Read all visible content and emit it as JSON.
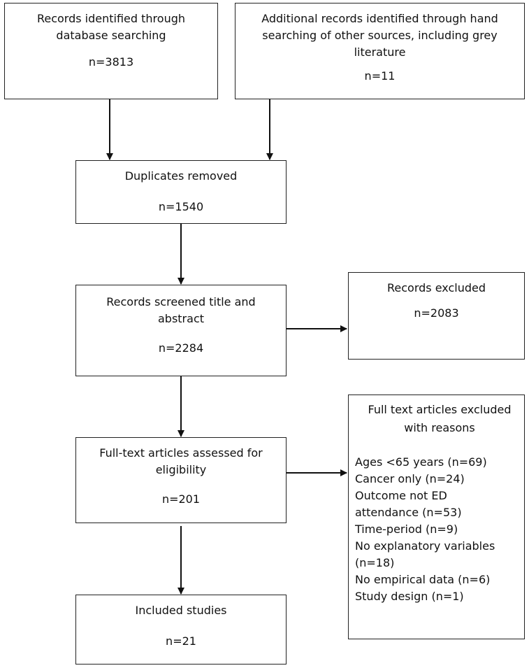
{
  "boxes": {
    "database": {
      "lines": [
        "Records identified through",
        "database searching"
      ],
      "count": "n=3813"
    },
    "additional": {
      "lines": [
        "Additional records identified through hand",
        "searching of other sources, including grey",
        "literature"
      ],
      "count": "n=11"
    },
    "duplicates": {
      "lines": [
        "Duplicates removed"
      ],
      "count": "n=1540"
    },
    "screened": {
      "lines": [
        "Records screened title and",
        "abstract"
      ],
      "count": "n=2284"
    },
    "excluded": {
      "lines": [
        "Records excluded"
      ],
      "count": "n=2083"
    },
    "fulltext": {
      "lines": [
        "Full-text articles assessed for",
        "eligibility"
      ],
      "count": "n=201"
    },
    "fulltext_excluded": {
      "heading": [
        "Full text articles excluded",
        "with reasons"
      ],
      "reasons": [
        "Ages <65 years (n=69)",
        "Cancer only (n=24)",
        "Outcome not ED",
        "attendance (n=53)",
        "Time-period (n=9)",
        "No explanatory variables",
        "(n=18)",
        "No empirical data (n=6)",
        "Study design (n=1)"
      ]
    },
    "included": {
      "lines": [
        "Included studies"
      ],
      "count": "n=21"
    }
  }
}
